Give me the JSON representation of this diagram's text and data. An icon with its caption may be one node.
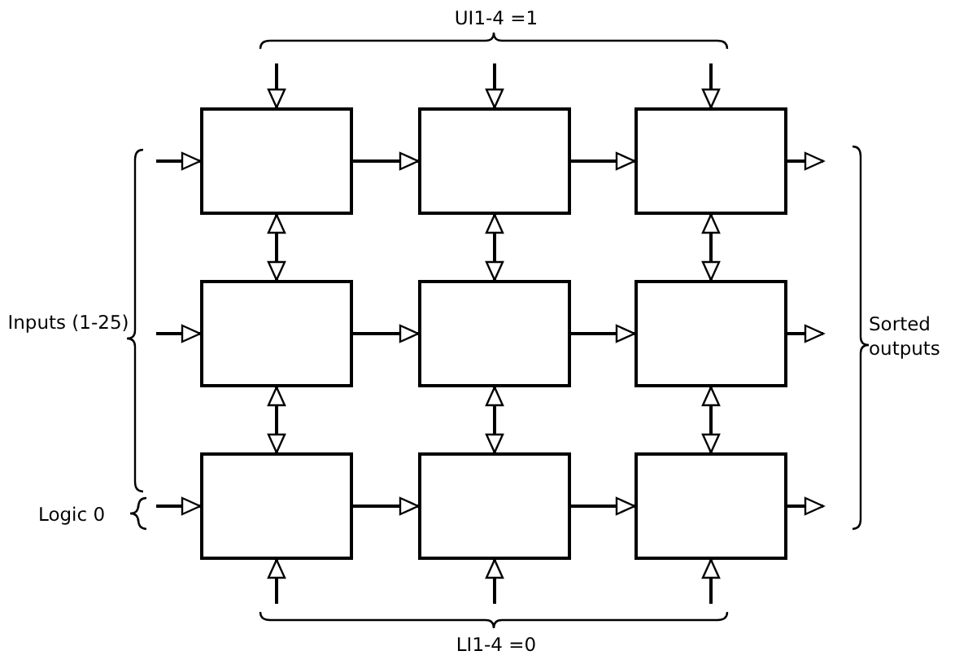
{
  "diagram": {
    "nodes": [
      {
        "text": [],
        "shape": "box"
      },
      {
        "text": [],
        "shape": "box"
      },
      {
        "text": [],
        "shape": "box"
      },
      {
        "text": [],
        "shape": "box"
      },
      {
        "text": [],
        "shape": "box"
      },
      {
        "text": [],
        "shape": "box"
      },
      {
        "text": [],
        "shape": "box"
      },
      {
        "text": [],
        "shape": "box"
      },
      {
        "text": [],
        "shape": "box"
      }
    ],
    "edges": [
      {
        "from": 0,
        "to": 1,
        "arrow": "to"
      },
      {
        "from": 1,
        "to": 2,
        "arrow": "to"
      },
      {
        "from": 3,
        "to": 4,
        "arrow": "to"
      },
      {
        "from": 4,
        "to": 5,
        "arrow": "to"
      },
      {
        "from": 6,
        "to": 7,
        "arrow": "to"
      },
      {
        "from": 7,
        "to": 8,
        "arrow": "to"
      },
      {
        "from": 0,
        "to": 3,
        "arrow": "both"
      },
      {
        "from": 1,
        "to": 4,
        "arrow": "both"
      },
      {
        "from": 2,
        "to": 5,
        "arrow": "both"
      },
      {
        "from": 3,
        "to": 6,
        "arrow": "both"
      },
      {
        "from": 4,
        "to": 7,
        "arrow": "both"
      },
      {
        "from": 5,
        "to": 8,
        "arrow": "both"
      },
      {
        "from": null,
        "to": 0,
        "arrow": "to"
      },
      {
        "from": null,
        "to": 1,
        "arrow": "to"
      },
      {
        "from": null,
        "to": 2,
        "arrow": "to"
      },
      {
        "from": null,
        "to": 0,
        "arrow": "to"
      },
      {
        "from": null,
        "to": 3,
        "arrow": "to"
      },
      {
        "from": null,
        "to": 6,
        "arrow": "to"
      },
      {
        "from": 2,
        "to": null,
        "arrow": "to"
      },
      {
        "from": 5,
        "to": null,
        "arrow": "to"
      },
      {
        "from": 8,
        "to": null,
        "arrow": "to"
      },
      {
        "from": null,
        "to": 6,
        "arrow": "to"
      },
      {
        "from": null,
        "to": 7,
        "arrow": "to"
      },
      {
        "from": null,
        "to": 8,
        "arrow": "to"
      }
    ],
    "labels": [
      "UI1-4 =1",
      "Inputs (1-25)",
      "Logic 0",
      "Sorted outputs",
      "LI1-4 =0"
    ]
  }
}
